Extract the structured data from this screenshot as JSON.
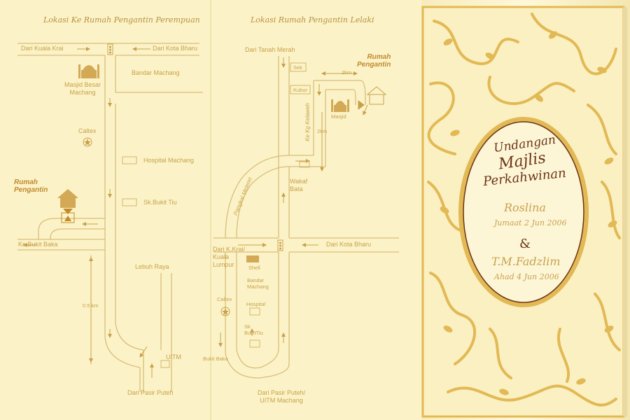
{
  "left_map": {
    "title": "Lokasi Ke Rumah Pengantin Perempuan",
    "labels": {
      "dari_kuala_krai": "Dari Kuala Krai",
      "dari_kota_bharu": "Dari Kota Bharu",
      "bandar_machang": "Bandar Machang",
      "masjid": "Masjid Besar\nMachang",
      "caltex": "Caltex",
      "hospital": "Hospital Machang",
      "rumah": "Rumah\nPengantin",
      "school": "Sk.Bukit Tiu",
      "ke_bukit_baka": "Ke Bukit Baka",
      "lebuh_raya": "Lebuh Raya",
      "distance": "0.5 km",
      "uitm": "UITM",
      "dari_pasir_puteh": "Dari Pasir Puteh"
    }
  },
  "right_map": {
    "title": "Lokasi Rumah Pengantin Lelaki",
    "labels": {
      "dari_tanah_merah": "Dari Tanah Merah",
      "rumah": "Rumah\nPengantin",
      "dist_top": "2km",
      "sek": "Sek",
      "kubur": "Kubur",
      "ke_kg_kelaweh": "Ke Kg Kelaweh",
      "masjid": "Masjid",
      "dist_side": "2km",
      "pangkal_meleret": "Pangkal Meleret",
      "wakaf_bata": "Wakaf\nBata",
      "dari_kkrai": "Dari K.Krai/\nKuala\nLumpur",
      "dari_kota_bharu": "Dari Kota Bharu",
      "shell": "Shell",
      "bandar_machang": "Bandar\nMachang",
      "caltex": "Caltex",
      "hospital": "Hospital",
      "school": "Sk\nBukitTiu",
      "bukit_baka": "Bukit Baka",
      "dari_pasir_puteh": "Dari Pasir Puteh/\nUITM Machang"
    }
  },
  "card": {
    "title_line1": "Undangan",
    "title_line2": "Majlis",
    "title_line3": "Perkahwinan",
    "bride": "Roslina",
    "bride_date": "Jumaat 2 Jun 2006",
    "ampersand": "&",
    "groom": "T.M.Fadzlim",
    "groom_date": "Ahad 4 Jun 2006"
  },
  "colors": {
    "background": "#fbf3c7",
    "road_line": "#d9bd7a",
    "text_gold": "#c9a04a",
    "card_gold": "#e2b954",
    "card_ink": "#6b3418"
  }
}
